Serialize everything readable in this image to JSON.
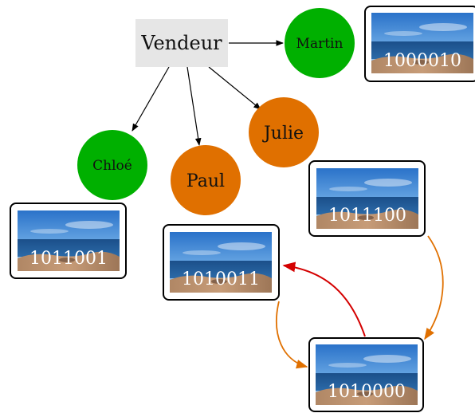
{
  "root": {
    "label": "Vendeur",
    "fill": "#e6e6e6"
  },
  "people": [
    {
      "id": "martin",
      "label": "Martin",
      "fill": "#00b000"
    },
    {
      "id": "chloe",
      "label": "Chloé",
      "fill": "#00b000"
    },
    {
      "id": "paul",
      "label": "Paul",
      "fill": "#e07000"
    },
    {
      "id": "julie",
      "label": "Julie",
      "fill": "#e07000"
    }
  ],
  "cards": [
    {
      "id": "c-martin",
      "code": "1000010"
    },
    {
      "id": "c-chloe",
      "code": "1011001"
    },
    {
      "id": "c-julie",
      "code": "1011100"
    },
    {
      "id": "c-paul",
      "code": "1010011"
    },
    {
      "id": "c-bottom",
      "code": "1010000"
    }
  ],
  "colors": {
    "edge": "#000000",
    "orange_arrow": "#e07000",
    "red_arrow": "#d40000"
  }
}
